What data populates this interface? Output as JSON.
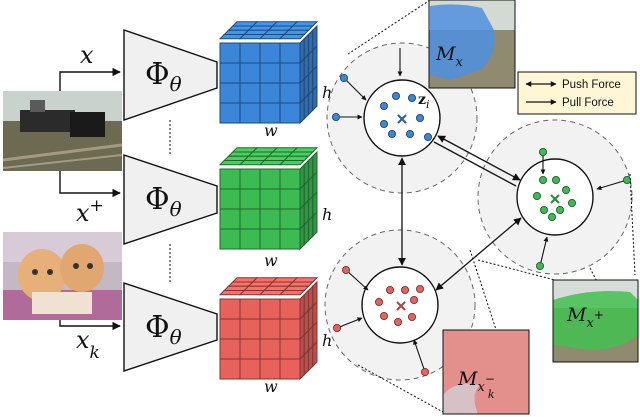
{
  "inputs": {
    "x_label": "x",
    "x_plus_base": "x",
    "x_plus_sup": "+",
    "x_k_base": "x",
    "x_k_sub": "k"
  },
  "encoder": {
    "phi": "Φ",
    "theta": "θ"
  },
  "features": {
    "h_label": "h",
    "w_label": "w"
  },
  "points": {
    "z_base": "z",
    "z_sub": "i"
  },
  "masks": {
    "m_script": "M",
    "m_x_base": "x",
    "m_plus_sup": "+",
    "m_minus_sup": "−",
    "m_k_sub": "k"
  },
  "legend": {
    "push": "Push Force",
    "pull": "Pull Force"
  },
  "colors": {
    "blue": "#3b86d8",
    "green": "#3dbb53",
    "red": "#e8625c"
  }
}
